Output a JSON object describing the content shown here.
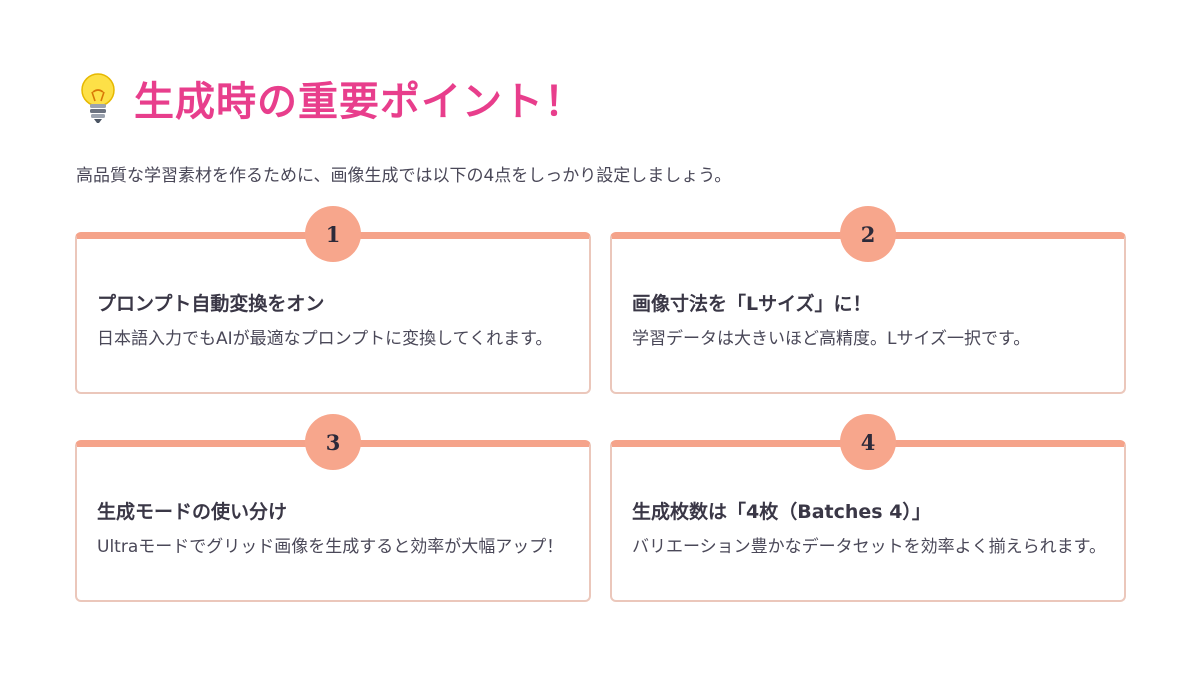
{
  "header": {
    "icon": "lightbulb-icon",
    "title": "生成時の重要ポイント！"
  },
  "intro": "高品質な学習素材を作るために、画像生成では以下の4点をしっかり設定しましょう。",
  "colors": {
    "title": "#e83e8c",
    "accent": "#f5a38a",
    "card_border": "#ebc7bb"
  },
  "cards": [
    {
      "number": "1",
      "title": "プロンプト自動変換をオン",
      "text": "日本語入力でもAIが最適なプロンプトに変換してくれます。"
    },
    {
      "number": "2",
      "title": "画像寸法を「Lサイズ」に！",
      "text": "学習データは大きいほど高精度。Lサイズ一択です。"
    },
    {
      "number": "3",
      "title": "生成モードの使い分け",
      "text": "Ultraモードでグリッド画像を生成すると効率が大幅アップ！"
    },
    {
      "number": "4",
      "title": "生成枚数は「4枚（Batches 4）」",
      "text": "バリエーション豊かなデータセットを効率よく揃えられます。"
    }
  ]
}
